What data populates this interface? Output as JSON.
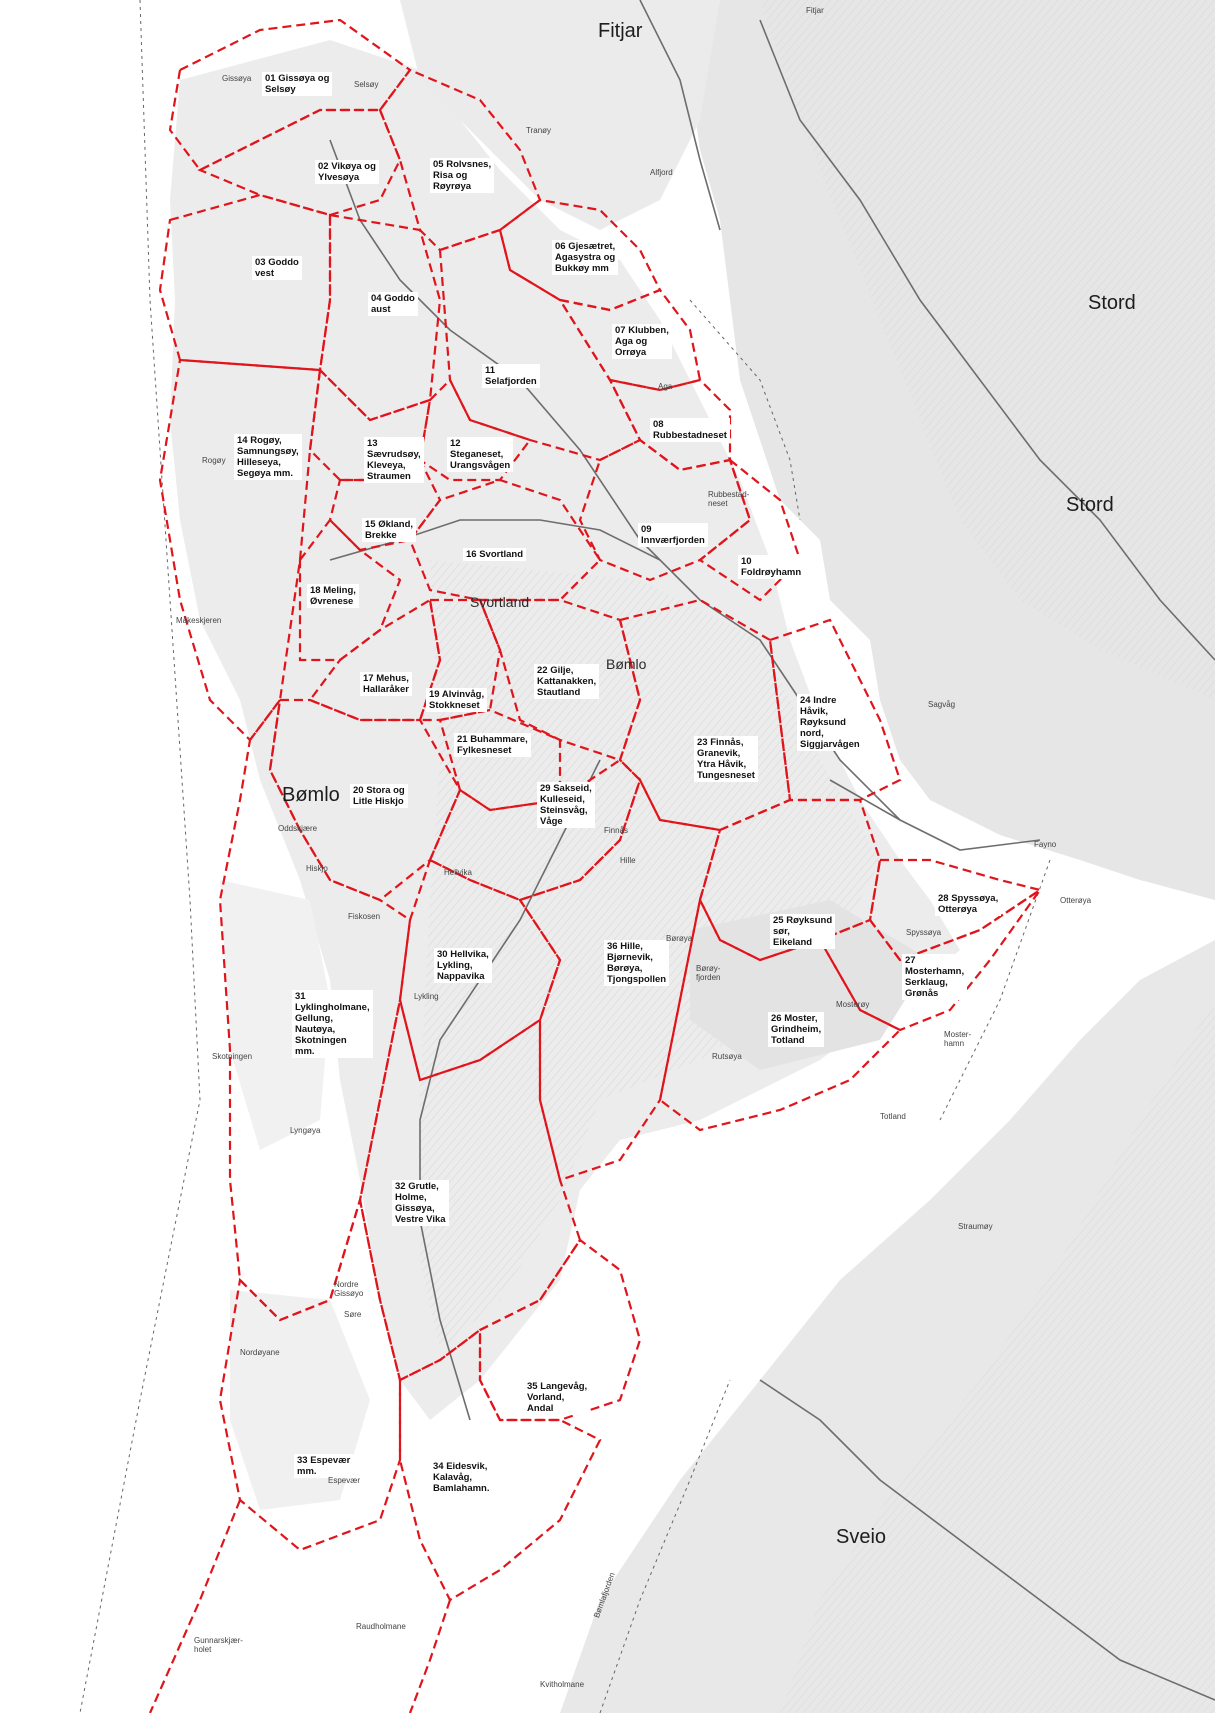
{
  "zones": [
    {
      "id": "01",
      "label": "01 Gissøya og\nSelsøy"
    },
    {
      "id": "02",
      "label": "02 Vikøya og\nYlvesøya"
    },
    {
      "id": "03",
      "label": "03 Goddo\nvest"
    },
    {
      "id": "04",
      "label": "04 Goddo\naust"
    },
    {
      "id": "05",
      "label": "05 Rolvsnes,\nRisa og\nRøyrøya"
    },
    {
      "id": "06",
      "label": "06 Gjesætret,\nAgasystra og\nBukkøy mm"
    },
    {
      "id": "07",
      "label": "07 Klubben,\nAga og\nOrrøya"
    },
    {
      "id": "08",
      "label": "08\nRubbestadneset"
    },
    {
      "id": "09",
      "label": "09\nInnværfjorden"
    },
    {
      "id": "10",
      "label": "10\nFoldrøyhamn"
    },
    {
      "id": "11",
      "label": "11\nSelafjorden"
    },
    {
      "id": "12",
      "label": "12\nSteganeset,\nUrangsvågen"
    },
    {
      "id": "13",
      "label": "13\nSævrudsøy,\nKleveya,\nStraumen"
    },
    {
      "id": "14",
      "label": "14 Rogøy,\nSamnungsøy,\nHilleseya,\nSegøya mm."
    },
    {
      "id": "15",
      "label": "15 Økland,\nBrekke"
    },
    {
      "id": "16",
      "label": "16 Svortland"
    },
    {
      "id": "18",
      "label": "18 Meling,\nØvrenese"
    },
    {
      "id": "17",
      "label": "17 Mehus,\nHallaråker"
    },
    {
      "id": "19",
      "label": "19 Alvinvåg,\nStokkneset"
    },
    {
      "id": "21",
      "label": "21 Buhammare,\nFylkesneset"
    },
    {
      "id": "22",
      "label": "22 Gilje,\nKattanakken,\nStautland"
    },
    {
      "id": "23",
      "label": "23 Finnås,\nGranevik,\nYtra Håvik,\nTungesneset"
    },
    {
      "id": "24",
      "label": "24 Indre\nHåvik,\nRøyksund\nnord,\nSiggjarvågen"
    },
    {
      "id": "20",
      "label": "20 Stora og\nLitle Hiskjo"
    },
    {
      "id": "29",
      "label": "29 Sakseid,\nKulleseid,\nSteinsvåg,\nVåge"
    },
    {
      "id": "28",
      "label": "28 Spyssøya,\nOtterøya"
    },
    {
      "id": "25",
      "label": "25 Røyksund\nsør,\nEikeland"
    },
    {
      "id": "27",
      "label": "27\nMosterhamn,\nSerklaug,\nGrønås"
    },
    {
      "id": "26",
      "label": "26 Moster,\nGrindheim,\nTotland"
    },
    {
      "id": "30",
      "label": "30 Hellvika,\nLykling,\nNappavika"
    },
    {
      "id": "36",
      "label": "36 Hille,\nBjørnevik,\nBørøya,\nTjongspollen"
    },
    {
      "id": "31",
      "label": "31\nLyklingholmane,\nGellung,\nNautøya,\nSkotningen\nmm."
    },
    {
      "id": "32",
      "label": "32 Grutle,\nHolme,\nGissøya,\nVestre Vika"
    },
    {
      "id": "35",
      "label": "35 Langevåg,\nVorland,\nAndal"
    },
    {
      "id": "33",
      "label": "33 Espevær\nmm."
    },
    {
      "id": "34",
      "label": "34 Eidesvik,\nKalavåg,\nBamlahamn."
    }
  ],
  "places": [
    {
      "name": "Fitjar",
      "style": "big"
    },
    {
      "name": "Fitjar",
      "style": "small"
    },
    {
      "name": "Stord",
      "style": "big"
    },
    {
      "name": "Stord",
      "style": "big"
    },
    {
      "name": "Bømlo",
      "style": "big"
    },
    {
      "name": "Bømlo",
      "style": "mid"
    },
    {
      "name": "Sveio",
      "style": "big"
    },
    {
      "name": "Svortland",
      "style": "mid"
    },
    {
      "name": "Gissøya",
      "style": "small"
    },
    {
      "name": "Selsøy",
      "style": "small"
    },
    {
      "name": "Tranøy",
      "style": "small"
    },
    {
      "name": "Rogøy",
      "style": "small"
    },
    {
      "name": "Måkeskjeren",
      "style": "small"
    },
    {
      "name": "Oddskjære",
      "style": "small"
    },
    {
      "name": "Hiskjo",
      "style": "small"
    },
    {
      "name": "Fiskosen",
      "style": "small"
    },
    {
      "name": "Skotningen",
      "style": "small"
    },
    {
      "name": "Lyngøya",
      "style": "small"
    },
    {
      "name": "Nordøyane",
      "style": "small"
    },
    {
      "name": "Gunnarskjær-\nholet",
      "style": "small"
    },
    {
      "name": "Raudholmane",
      "style": "small"
    },
    {
      "name": "Fayno",
      "style": "small"
    },
    {
      "name": "Sagvåg",
      "style": "small"
    },
    {
      "name": "Otterøya",
      "style": "small"
    },
    {
      "name": "Spyssøya",
      "style": "small"
    },
    {
      "name": "Moster-\nhamn",
      "style": "small"
    },
    {
      "name": "Rubbestad-\nneset",
      "style": "small"
    },
    {
      "name": "Bømlafjorden",
      "style": "small"
    },
    {
      "name": "Straumøy",
      "style": "small"
    },
    {
      "name": "Nordre\nGissøyo",
      "style": "small"
    },
    {
      "name": "Søre",
      "style": "small"
    },
    {
      "name": "Espevær",
      "style": "small"
    },
    {
      "name": "Børøy-\nfjorden",
      "style": "small"
    },
    {
      "name": "Rutsøya",
      "style": "small"
    },
    {
      "name": "Hille",
      "style": "small"
    },
    {
      "name": "Børøya",
      "style": "small"
    },
    {
      "name": "Totland",
      "style": "small"
    },
    {
      "name": "Mosterøy",
      "style": "small"
    },
    {
      "name": "Finnås",
      "style": "small"
    },
    {
      "name": "Hellvika",
      "style": "small"
    },
    {
      "name": "Lykling",
      "style": "small"
    },
    {
      "name": "Alfjord",
      "style": "small"
    },
    {
      "name": "Aga",
      "style": "small"
    },
    {
      "name": "Kvitholmane",
      "style": "small"
    }
  ],
  "colors": {
    "boundary": "#e0151c",
    "land": "#ececec",
    "sea": "#ffffff",
    "road": "#6d6d6d",
    "relief": "#cfcfcf"
  }
}
